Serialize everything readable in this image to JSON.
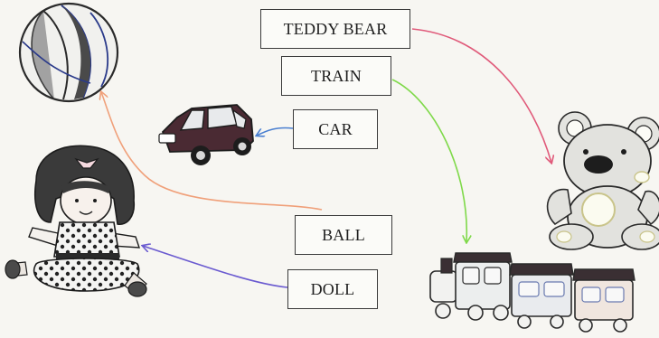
{
  "labels": {
    "teddy_bear": "TEDDY BEAR",
    "train": "TRAIN",
    "car": "CAR",
    "ball": "BALL",
    "doll": "DOLL"
  },
  "colors": {
    "teddy_arrow": "#e05a7a",
    "train_arrow": "#7fd94a",
    "car_arrow": "#4a7fd0",
    "ball_arrow": "#f0a07a",
    "doll_arrow": "#6a5ad0",
    "car_body": "#4a2a33",
    "train_roof": "#3a2f33",
    "doll_dress_dots": "#222222"
  },
  "icons": [
    "ball-drawing",
    "car-drawing",
    "doll-drawing",
    "teddy-bear-drawing",
    "train-drawing"
  ]
}
